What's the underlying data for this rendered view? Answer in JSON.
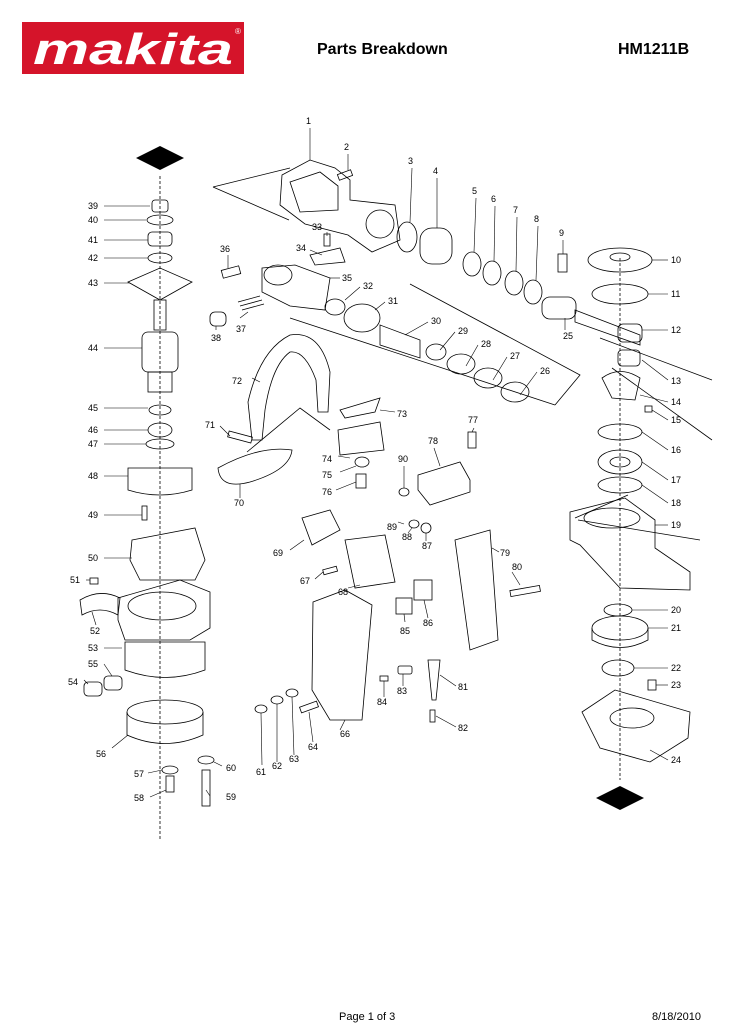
{
  "brand": {
    "logo_text": "makita",
    "registered_mark": "®",
    "color": "#d5142a"
  },
  "header": {
    "title": "Parts Breakdown",
    "model": "HM1211B"
  },
  "diagram": {
    "ref_markers": [
      "A",
      "A"
    ],
    "part_labels": [
      "1",
      "2",
      "3",
      "4",
      "5",
      "6",
      "7",
      "8",
      "9",
      "10",
      "11",
      "12",
      "13",
      "14",
      "15",
      "16",
      "17",
      "18",
      "19",
      "20",
      "21",
      "22",
      "23",
      "24",
      "25",
      "26",
      "27",
      "28",
      "29",
      "30",
      "31",
      "32",
      "33",
      "34",
      "35",
      "36",
      "37",
      "38",
      "39",
      "40",
      "41",
      "42",
      "43",
      "44",
      "45",
      "46",
      "47",
      "48",
      "49",
      "50",
      "51",
      "52",
      "53",
      "54",
      "55",
      "56",
      "57",
      "58",
      "59",
      "60",
      "61",
      "62",
      "63",
      "64",
      "66",
      "67",
      "68",
      "69",
      "70",
      "71",
      "72",
      "73",
      "74",
      "75",
      "76",
      "77",
      "78",
      "79",
      "80",
      "81",
      "82",
      "83",
      "84",
      "85",
      "86",
      "87",
      "88",
      "89",
      "90"
    ]
  },
  "footer": {
    "page": "Page 1 of 3",
    "date": "8/18/2010"
  }
}
